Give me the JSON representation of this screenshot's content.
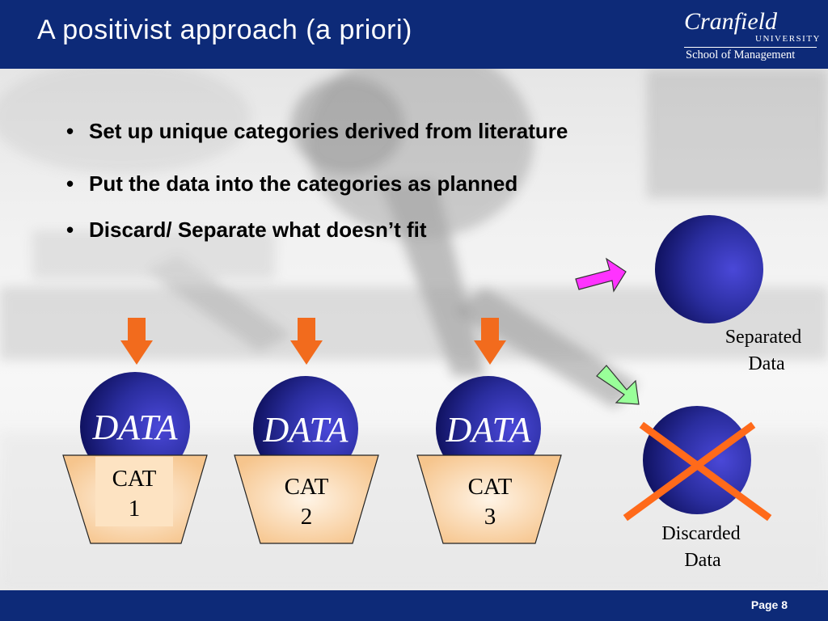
{
  "slide": {
    "title": "A positivist approach (a priori)"
  },
  "logo": {
    "name": "Cranfield",
    "university": "UNIVERSITY",
    "school": "School of Management"
  },
  "bullets": [
    "Set up unique categories derived from literature",
    "Put the data into the categories as planned",
    "Discard/ Separate what doesn’t fit"
  ],
  "diagram": {
    "data_label": "DATA",
    "categories": [
      {
        "line1": "CAT",
        "line2": "1"
      },
      {
        "line1": "CAT",
        "line2": "2"
      },
      {
        "line1": "CAT",
        "line2": "3"
      }
    ],
    "separated": {
      "line1": "Separated",
      "line2": "Data"
    },
    "discarded": {
      "line1": "Discarded",
      "line2": "Data"
    }
  },
  "colors": {
    "header": "#0d2a78",
    "sphere": "#2a2d9e",
    "orange_arrow": "#f26b1d",
    "magenta_arrow": "#ff33ff",
    "green_arrow": "#99ff99",
    "cross": "#ff6a1a",
    "funnel": "#f9d2a3"
  },
  "footer": {
    "page": "Page 8"
  }
}
